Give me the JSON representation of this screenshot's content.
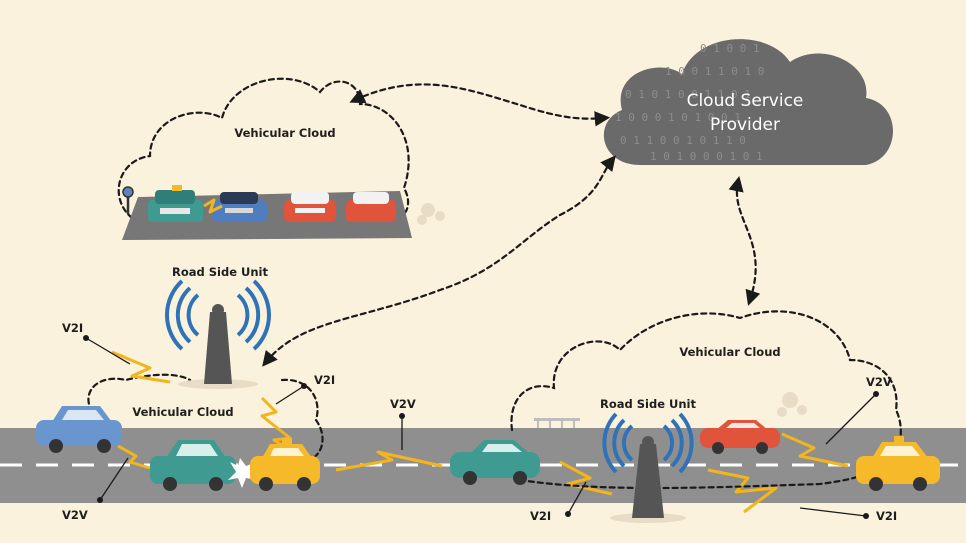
{
  "cloud_service_provider": {
    "line1": "Cloud Service",
    "line2": "Provider"
  },
  "binary_rows": [
    "0 1 0 0 1",
    "1 0 0 1 1 0 1 0",
    "0 1 0 1 0 0 1 1 0 1",
    "1 0 0 0 1 0 1 0 0 1",
    "0 1 1 0 0 1 0 1 1 0",
    "1 0 1 0 0 0 1 0 1"
  ],
  "vehicular_cloud_parking": "Vehicular Cloud",
  "vehicular_cloud_left_road": "Vehicular Cloud",
  "vehicular_cloud_right_road": "Vehicular Cloud",
  "road_side_unit_left": "Road Side Unit",
  "road_side_unit_right": "Road Side Unit",
  "labels": {
    "v2i_left_top": "V2I",
    "v2i_left_mid": "V2I",
    "v2v_bottom_left": "V2V",
    "v2v_center": "V2V",
    "v2i_bottom_center": "V2I",
    "v2i_bottom_right": "V2I",
    "v2v_right": "V2V"
  },
  "colors": {
    "background": "#fbf2de",
    "road": "#8f8f8f",
    "cloud": "#6a6a6a",
    "bolt": "#f4b51c",
    "taxi": "#f6b92a",
    "teal_car": "#3f9a92",
    "red_car": "#e0543b",
    "blue_car": "#6a96d0"
  }
}
